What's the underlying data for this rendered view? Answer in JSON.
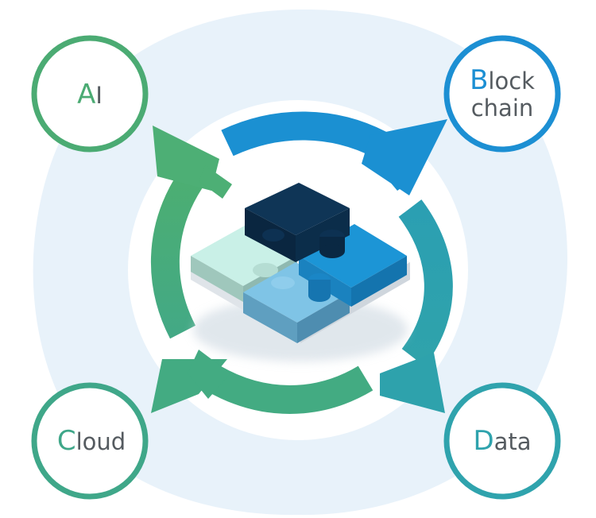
{
  "nodes": {
    "ai": {
      "initial": "A",
      "rest": "I",
      "color": "#4bab73"
    },
    "blockchain": {
      "initial": "B",
      "rest": "lock",
      "line2": "chain",
      "color": "#1c8fd3"
    },
    "cloud": {
      "initial": "C",
      "rest": "loud",
      "color": "#3fa789"
    },
    "data": {
      "initial": "D",
      "rest": "ata",
      "color": "#2fa3ad"
    }
  },
  "colors": {
    "halo": "#e8f2fa",
    "text": "#555b60",
    "arrow_ai": "#4daf75",
    "arrow_blockchain": "#1b90d2",
    "arrow_data": "#2ea2ac",
    "arrow_cloud": "#43ab82",
    "puzzle_navy": "#0f3556",
    "puzzle_mint": "#c9f0e7",
    "puzzle_blue": "#1c95d6",
    "puzzle_sky": "#7fc4e6"
  }
}
